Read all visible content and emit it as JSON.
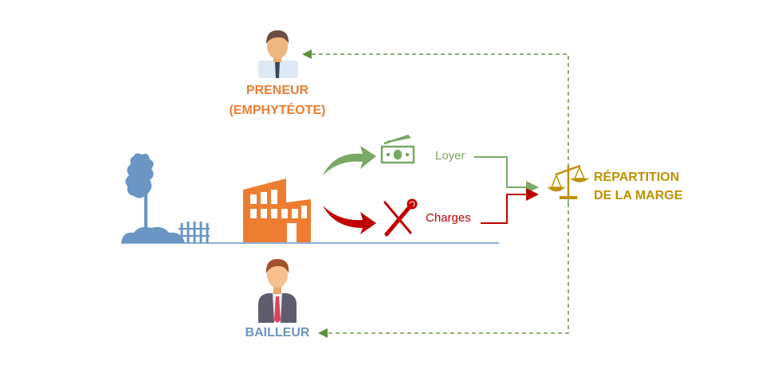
{
  "preneur": {
    "line1": "PRENEUR",
    "line2": "(EMPHYTÉOTE)"
  },
  "bailleur": {
    "label": "BAILLEUR"
  },
  "flows": {
    "loyer": "Loyer",
    "charges": "Charges"
  },
  "repartition": {
    "line1": "RÉPARTITION",
    "line2": "DE LA MARGE"
  },
  "colors": {
    "orange": "#ed7d31",
    "blue": "#6a95c4",
    "green": "#7aa865",
    "red": "#c00000",
    "gold": "#bf9000",
    "dash": "#6a9a4a"
  }
}
